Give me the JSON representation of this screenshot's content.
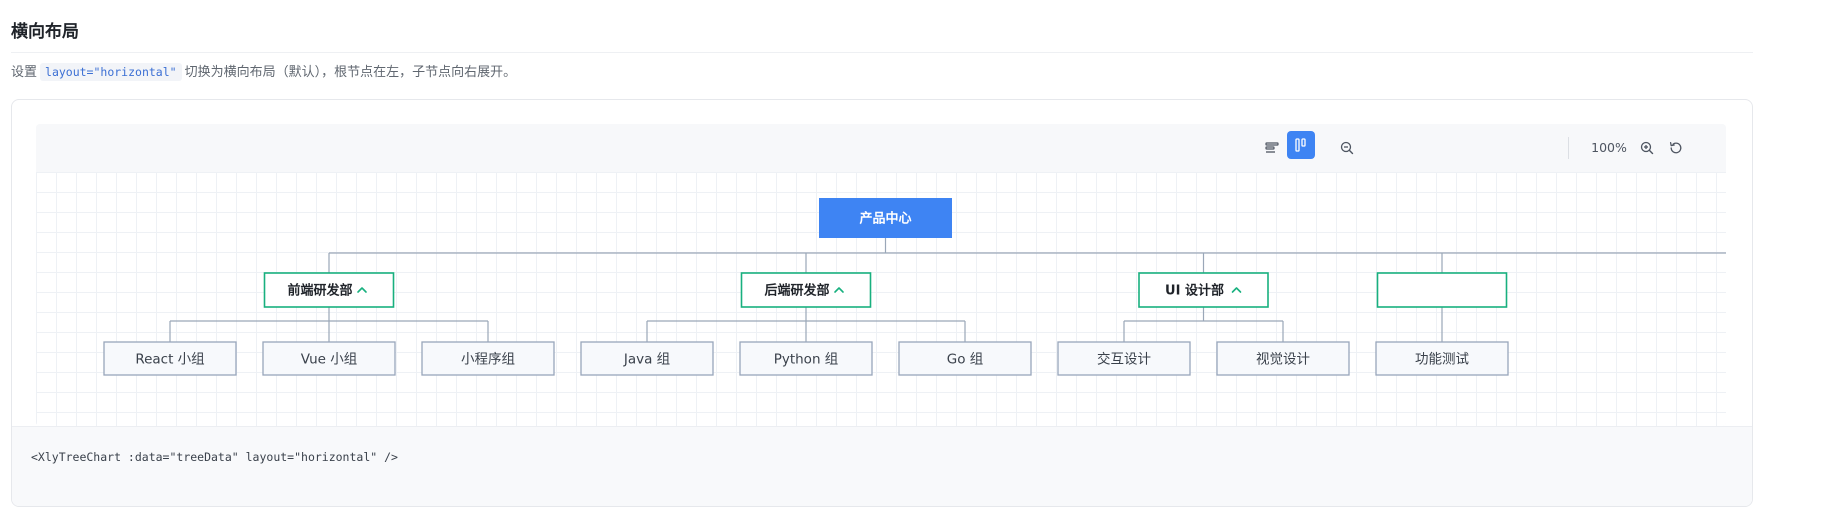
{
  "section": {
    "title": "横向布局",
    "desc_prefix": "设置",
    "desc_code": "layout=\"horizontal\"",
    "desc_suffix": "切换为横向布局（默认），根节点在左，子节点向右展开。"
  },
  "toolbar": {
    "zoom_label": "100%",
    "icons": [
      "layout-vertical-icon",
      "layout-horizontal-icon",
      "zoom-out-icon",
      "zoom-in-icon",
      "reset-icon"
    ],
    "active_layout": "horizontal"
  },
  "tree": {
    "root": "产品中心",
    "departments": [
      {
        "label": "前端研发部",
        "expanded": true,
        "children": [
          "React 小组",
          "Vue 小组",
          "小程序组"
        ]
      },
      {
        "label": "后端研发部",
        "expanded": true,
        "children": [
          "Java 组",
          "Python 组",
          "Go 组"
        ]
      },
      {
        "label": "UI 设计部",
        "expanded": true,
        "children": [
          "交互设计",
          "视觉设计"
        ]
      },
      {
        "label": "",
        "expanded": true,
        "children": [
          "功能测试"
        ]
      }
    ]
  },
  "colors": {
    "root_fill": "#3e84f3",
    "dept_border": "#18b07f",
    "leaf_border": "#98a6bb",
    "leaf_fill": "#f7f9fc",
    "connector": "#9aa7b8"
  },
  "code_example": "<XlyTreeChart :data=\"treeData\" layout=\"horizontal\" />"
}
